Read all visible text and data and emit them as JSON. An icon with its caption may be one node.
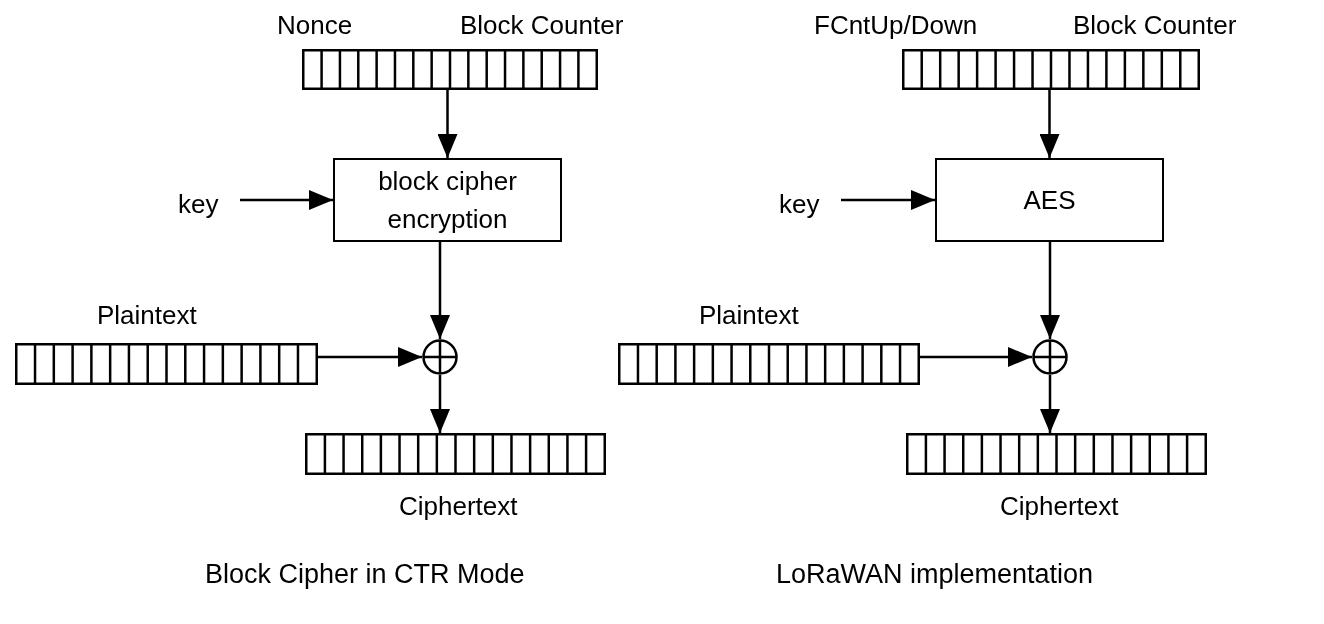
{
  "diagram": {
    "nodes": [
      {
        "text": [
          "Nonce",
          "Block Counter"
        ]
      },
      {
        "text": [
          "key"
        ]
      },
      {
        "text": [
          "block cipher encryption"
        ]
      },
      {
        "text": [
          "Plaintext"
        ]
      },
      {
        "text": [],
        "shape": "circle"
      },
      {
        "text": [
          "Ciphertext"
        ]
      },
      {
        "text": [
          "FCntUp/Down",
          "Block Counter"
        ]
      },
      {
        "text": [
          "key"
        ]
      },
      {
        "text": [
          "AES"
        ]
      },
      {
        "text": [
          "Plaintext"
        ]
      },
      {
        "text": [],
        "shape": "circle"
      },
      {
        "text": [
          "Ciphertext"
        ]
      }
    ],
    "edges": [
      {
        "from": 0,
        "to": 2,
        "arrow": "to"
      },
      {
        "from": 1,
        "to": 2,
        "arrow": "to"
      },
      {
        "from": 2,
        "to": 4,
        "arrow": "to"
      },
      {
        "from": 3,
        "to": 4,
        "arrow": "to"
      },
      {
        "from": 4,
        "to": 5,
        "arrow": "to"
      },
      {
        "from": 6,
        "to": 8,
        "arrow": "to"
      },
      {
        "from": 7,
        "to": 8,
        "arrow": "to"
      },
      {
        "from": 8,
        "to": 10,
        "arrow": "to"
      },
      {
        "from": 9,
        "to": 10,
        "arrow": "to"
      },
      {
        "from": 10,
        "to": 11,
        "arrow": "to"
      }
    ],
    "labels": [
      "Block Cipher in CTR Mode",
      "LoRaWAN implementation"
    ]
  }
}
